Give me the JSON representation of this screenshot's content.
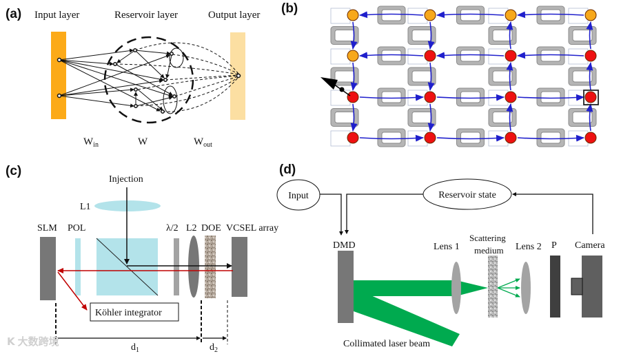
{
  "colors": {
    "input_layer": "#FCAA18",
    "output_layer": "#FCDFA2",
    "node_orange": "#F7A81B",
    "node_red": "#EE1111",
    "arrow_blue": "#1F1FCC",
    "optics_cyan": "#B3E3EA",
    "element_gray": "#777777",
    "laser_green": "#00AA4F",
    "red_beam": "#C00000"
  },
  "panel_a": {
    "label": "(a)",
    "input_layer": "Input layer",
    "reservoir_layer": "Reservoir layer",
    "output_layer": "Output layer",
    "w_in": {
      "base": "W",
      "sub": "in"
    },
    "w": "W",
    "w_out": {
      "base": "W",
      "sub": "out"
    }
  },
  "panel_b": {
    "label": "(b)",
    "grid_rows": 4,
    "grid_cols": 4,
    "node_states": [
      [
        "orange",
        "orange",
        "orange",
        "orange"
      ],
      [
        "orange",
        "red",
        "red",
        "red"
      ],
      [
        "red",
        "red",
        "red",
        "red"
      ],
      [
        "red",
        "red",
        "red",
        "red"
      ]
    ],
    "input_node": [
      2,
      0
    ],
    "output_node": [
      2,
      3
    ]
  },
  "panel_c": {
    "label": "(c)",
    "injection": "Injection",
    "l1": "L1",
    "slm": "SLM",
    "pol": "POL",
    "half_wave": "λ/2",
    "l2": "L2",
    "doe": "DOE",
    "vcsel": "VCSEL array",
    "kohler": "Köhler integrator",
    "d1": {
      "base": "d",
      "sub": "1"
    },
    "d2": {
      "base": "d",
      "sub": "2"
    }
  },
  "panel_d": {
    "label": "(d)",
    "input": "Input",
    "reservoir_state": "Reservoir state",
    "dmd": "DMD",
    "lens1": "Lens 1",
    "scattering_line1": "Scattering",
    "scattering_line2": "medium",
    "lens2": "Lens 2",
    "polarizer": "P",
    "camera": "Camera",
    "beam": "Collimated laser beam"
  },
  "watermark": "大数跨境"
}
